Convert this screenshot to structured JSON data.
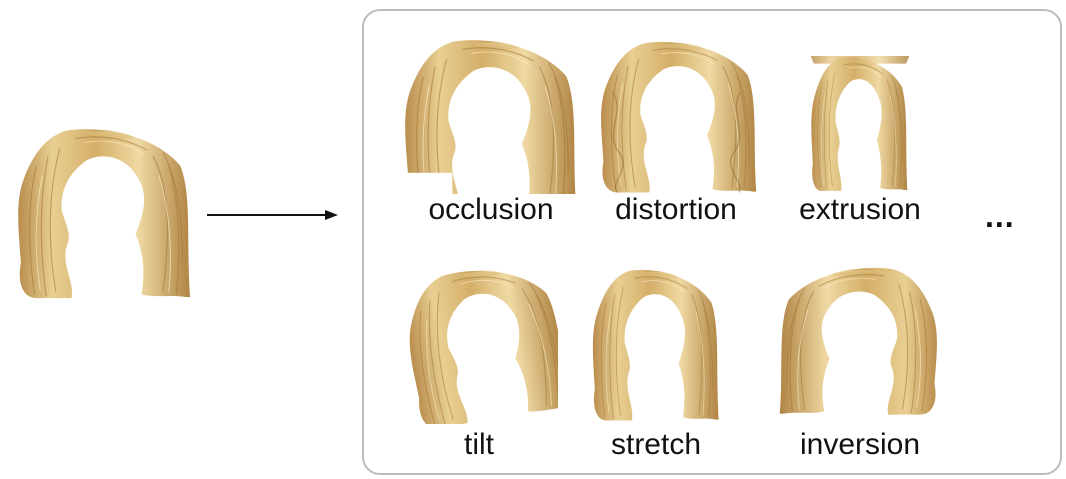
{
  "variants_row1": [
    {
      "label": "occlusion"
    },
    {
      "label": "distortion"
    },
    {
      "label": "extrusion"
    }
  ],
  "variants_row2": [
    {
      "label": "tilt"
    },
    {
      "label": "stretch"
    },
    {
      "label": "inversion"
    }
  ],
  "more": "...",
  "colors": {
    "hair_light": "#ecd49a",
    "hair_mid": "#d8b46c",
    "hair_dark": "#a67b3f",
    "panel_border": "#bdbdbd"
  },
  "icons": [
    "hair-wig-image",
    "arrow-right-icon"
  ]
}
